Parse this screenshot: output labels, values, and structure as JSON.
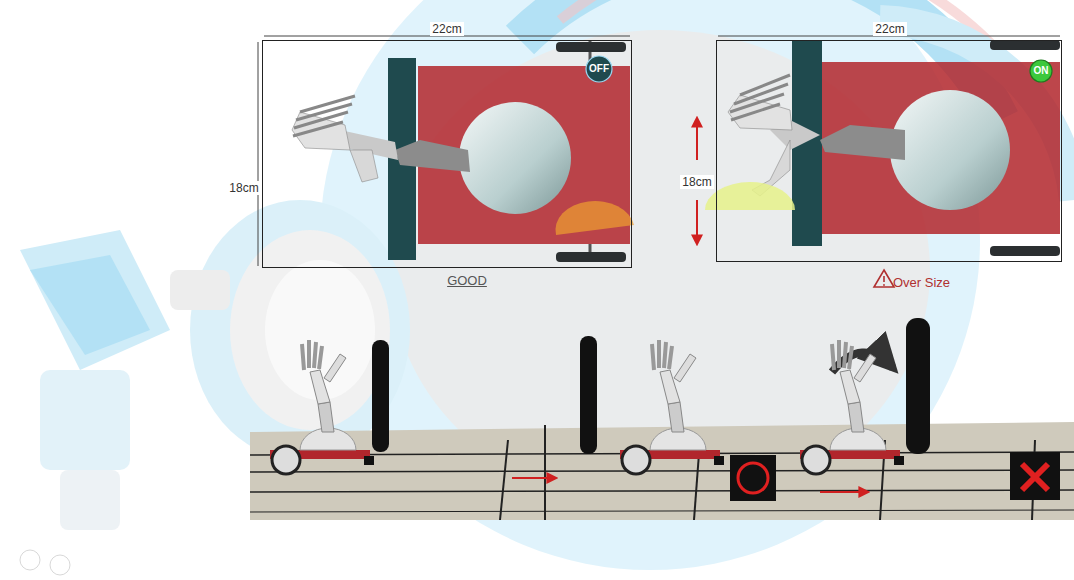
{
  "diagram": {
    "nodes": [
      {
        "text": [
          "GOOD"
        ]
      },
      {
        "text": [
          "OFF"
        ],
        "in": 0
      },
      {
        "text": [
          "Over Size"
        ]
      },
      {
        "text": [
          "ON"
        ],
        "in": 2
      }
    ],
    "labels": [
      "22cm",
      "18cm",
      "22cm",
      "18cm"
    ]
  }
}
